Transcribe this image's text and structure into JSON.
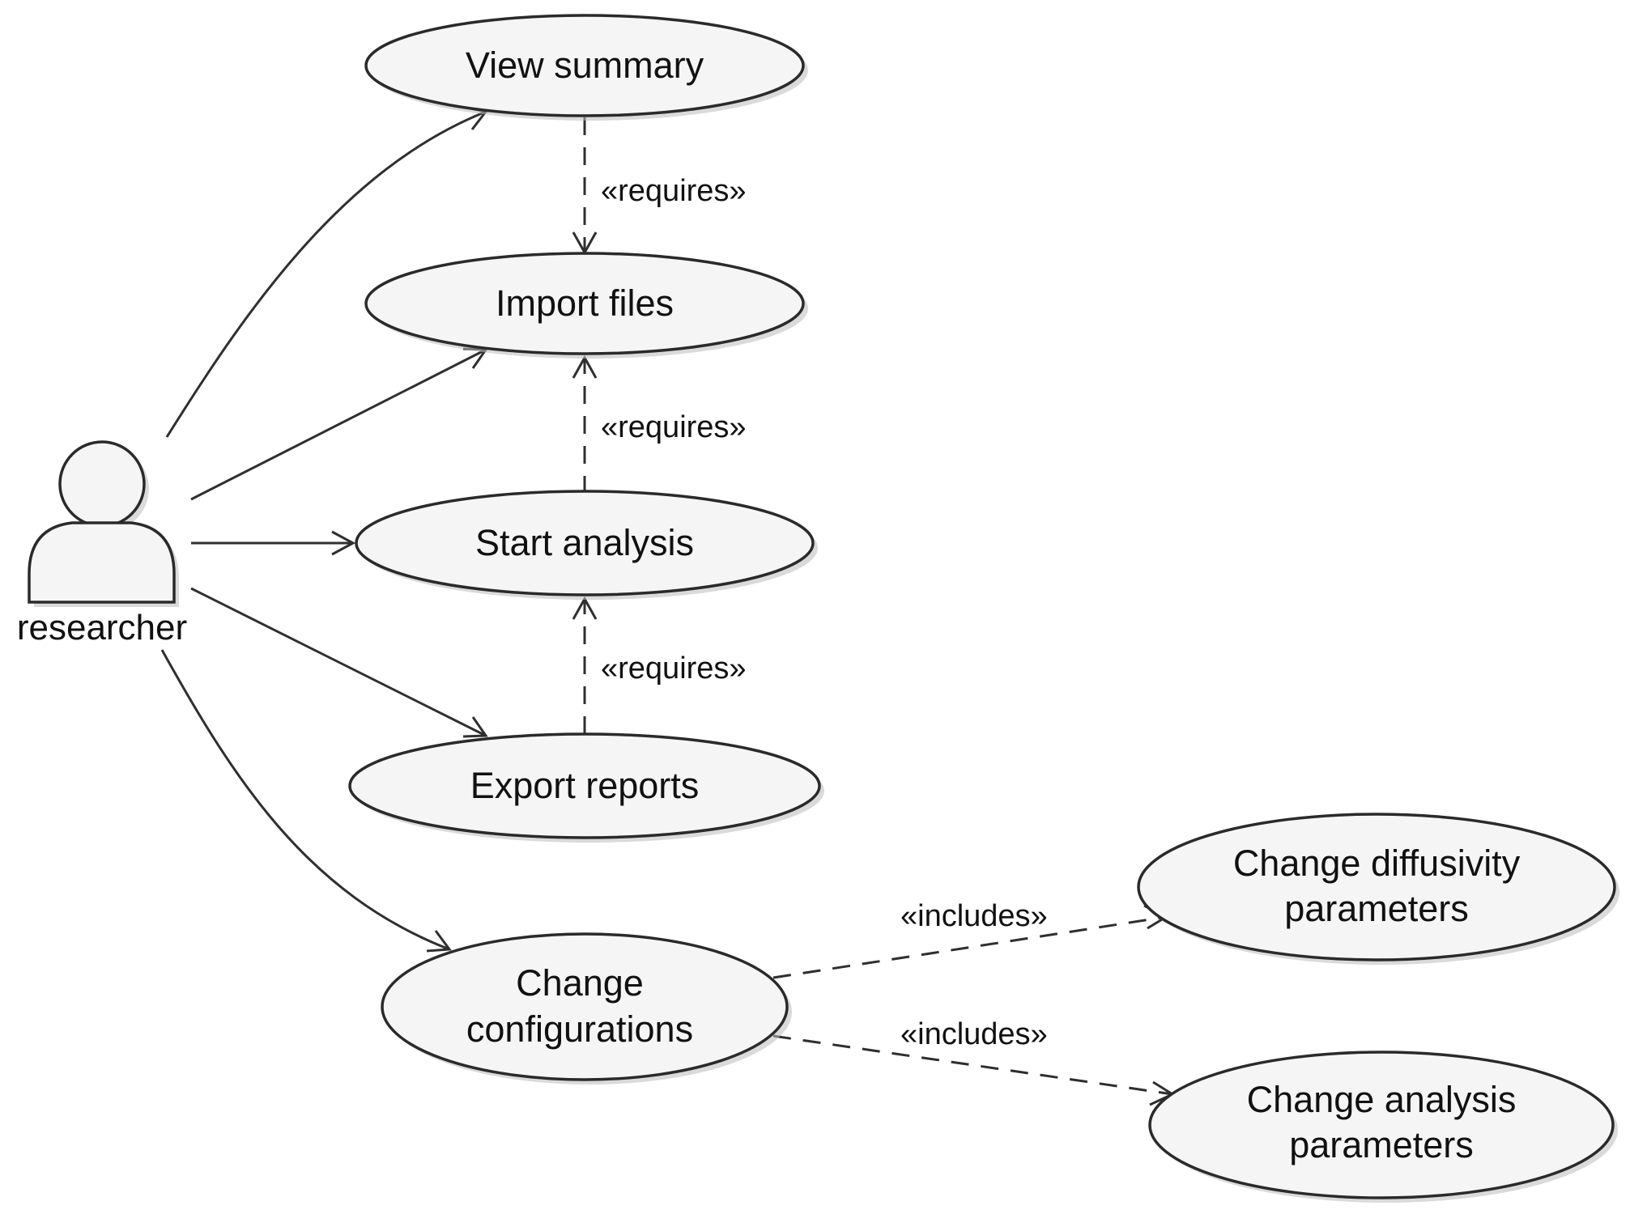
{
  "diagram": {
    "type": "use-case",
    "colors": {
      "ellipse_fill": "#f5f5f5",
      "stroke": "#2a2a2a",
      "shadow": "#bcbcbc"
    },
    "actor": {
      "label": "researcher"
    },
    "use_cases": {
      "view_summary": {
        "lines": [
          "View summary"
        ]
      },
      "import_files": {
        "lines": [
          "Import files"
        ]
      },
      "start_analysis": {
        "lines": [
          "Start analysis"
        ]
      },
      "export_reports": {
        "lines": [
          "Export reports"
        ]
      },
      "change_configurations": {
        "lines": [
          "Change",
          "configurations"
        ]
      },
      "change_diffusivity": {
        "lines": [
          "Change diffusivity",
          "parameters"
        ]
      },
      "change_analysis": {
        "lines": [
          "Change analysis",
          "parameters"
        ]
      }
    },
    "associations": [
      {
        "from": "researcher",
        "to": "View summary"
      },
      {
        "from": "researcher",
        "to": "Import files"
      },
      {
        "from": "researcher",
        "to": "Start analysis"
      },
      {
        "from": "researcher",
        "to": "Export reports"
      },
      {
        "from": "researcher",
        "to": "Change configurations"
      }
    ],
    "dependencies": [
      {
        "from": "View summary",
        "to": "Import files",
        "label": "«requires»"
      },
      {
        "from": "Start analysis",
        "to": "Import files",
        "label": "«requires»"
      },
      {
        "from": "Export reports",
        "to": "Start analysis",
        "label": "«requires»"
      },
      {
        "from": "Change configurations",
        "to": "Change diffusivity parameters",
        "label": "«includes»"
      },
      {
        "from": "Change configurations",
        "to": "Change analysis parameters",
        "label": "«includes»"
      }
    ]
  }
}
